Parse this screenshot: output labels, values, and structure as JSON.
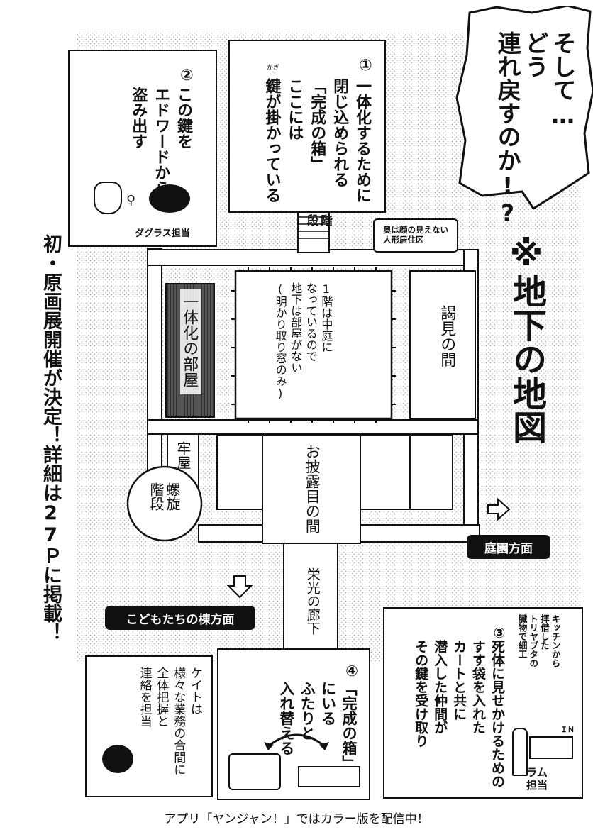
{
  "shout": "そして…\nどう\n連れ戻すのか!?",
  "map_title": "※地下の地図",
  "announcement": "初・原画展開催が決定！詳細は27Ｐに掲載！",
  "footer": "アプリ「ヤンジャン！」ではカラー版を配信中！",
  "note1": {
    "number": "①",
    "text": "一体化するために\n閉じ込められる\n「完成の箱」\nここには\n鍵が掛かっている",
    "ruby": "かぎ"
  },
  "note2": {
    "number": "②",
    "text": "この鍵を\nエドワードから\n盗み出す",
    "caption": "ダグラス担当"
  },
  "note3": {
    "number": "③",
    "text": "死体に見せかけるための\nすす袋を入れた\nカートと共に\n潜入した仲間が\nその鍵を受け取り",
    "side_note": "キッチンから\n拝借した\nトリヤブタの\n臓物で細工",
    "caption": "ラム\n担当",
    "in_label": "ＩＮ"
  },
  "note4": {
    "number": "④",
    "text": "「完成の箱」\nにいる\nふたりと\n入れ替える"
  },
  "note5": {
    "text": "ケイトは\n様々な業務の合間に\n全体把握と\n連絡を担当"
  },
  "map": {
    "stairs": "階\n段",
    "puppet_area": "奥は顔の見えない\n人形居住区",
    "unification_room": "一体化の部屋",
    "courtyard_note": "1階は中庭に\nなっているので\n地下は部屋がない\n(明かり取り窓のみ)",
    "audience_room": "謁見の間",
    "jail": "牢屋",
    "spiral_stairs": "螺旋\n階段",
    "debut_room": "お披露目の間",
    "glory_corridor": "栄光の廊下",
    "garden_direction": "庭園方面",
    "children_direction": "こどもたちの棟方面"
  }
}
